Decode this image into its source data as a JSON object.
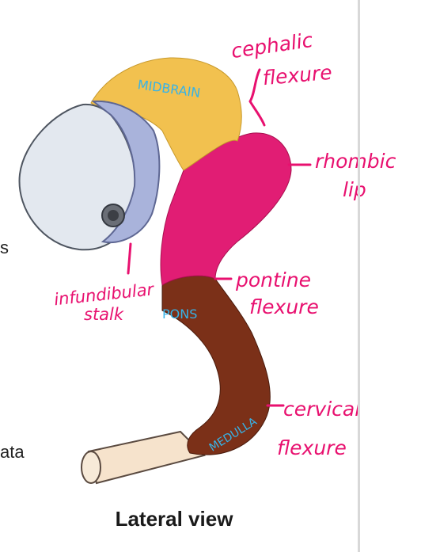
{
  "caption": "Lateral view",
  "left_fragments": {
    "line1": "s",
    "line2": "ata"
  },
  "regions": {
    "midbrain": "MIDBRAIN",
    "pons": "PONS",
    "medulla": "MEDULLA"
  },
  "annotations": {
    "cephalic_1": "cephalic",
    "cephalic_2": "flexure",
    "rhombic_1": "rhombic",
    "rhombic_2": "lip",
    "pontine_1": "pontine",
    "pontine_2": "flexure",
    "cervical_1": "cervical",
    "cervical_2": "flexure",
    "infundibular_1": "infundibular",
    "infundibular_2": "stalk"
  },
  "colors": {
    "midbrain": "#f2c14f",
    "hindbrain": "#e11d74",
    "medulla": "#7b3018",
    "forebrain": "#e3e8ef",
    "diencephalon": "#a9b3db",
    "cord": "#f6e3cc",
    "ink_pink": "#e8106f",
    "ink_blue": "#36b3e8"
  }
}
